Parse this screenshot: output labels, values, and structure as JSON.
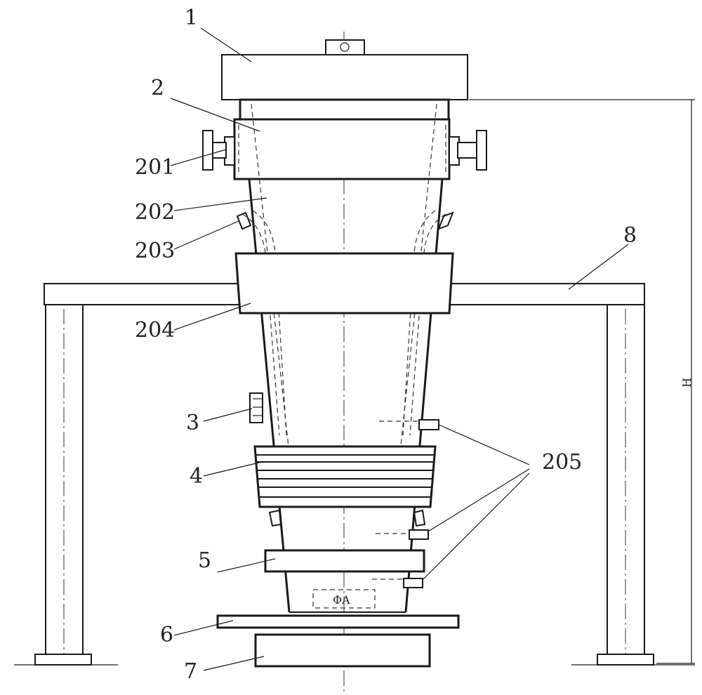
{
  "labels": {
    "l1": "1",
    "l2": "2",
    "l201": "201",
    "l202": "202",
    "l203": "203",
    "l204": "204",
    "l3": "3",
    "l4": "4",
    "l205": "205",
    "l5": "5",
    "l6": "6",
    "l7": "7",
    "l8": "8",
    "dimH": "H",
    "phiA": "ΦA"
  }
}
